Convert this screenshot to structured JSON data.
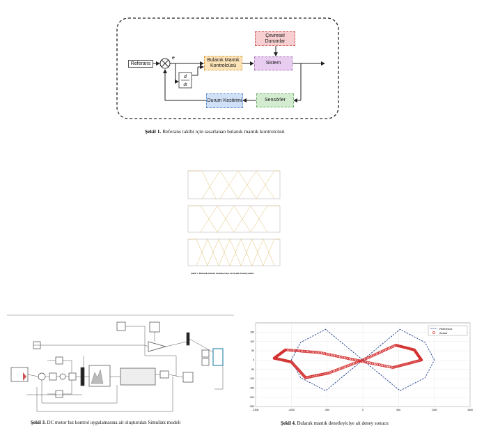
{
  "figure1": {
    "blocks": {
      "referans": "Referans",
      "cevresel": "Çevresel Durumlar",
      "bulanik": "Bulanık Mantık Kontrolcüsü",
      "sistem": "Sistem",
      "durum": "Durum Kestirimi",
      "sensorler": "Sensörler",
      "error_label": "e",
      "deriv_num": "d",
      "deriv_den": "dt"
    },
    "caption_num": "Şekil 1.",
    "caption_text": " Referans takibi için tasarlanan bulanık mantık kontrolcüsü"
  },
  "figure2": {
    "caption": "Şekil 1. Bulanık mantık denetleyiciye ait üyelik fonksiyonları"
  },
  "figure3": {
    "caption_num": "Şekil 3.",
    "caption_text": " DC motor hız kontrol uygulamasına ait oluşturulan Simulink modeli"
  },
  "figure4": {
    "caption_num": "Şekil 4.",
    "caption_text": " Bulanık mantık denetleyiciye ait deney sonucu",
    "chart_data": {
      "type": "line",
      "title": "",
      "xlabel": "",
      "ylabel": "",
      "xlim": [
        -1500,
        1500
      ],
      "ylim": [
        -250,
        200
      ],
      "x_ticks": [
        "-1500",
        "-1000",
        "-500",
        "0",
        "500",
        "1000",
        "1500"
      ],
      "y_ticks": [
        "-250",
        "-200",
        "-150",
        "-100",
        "-50",
        "0",
        "50",
        "100",
        "150"
      ],
      "grid": true,
      "legend_position": "top-right",
      "series": [
        {
          "name": "Reference",
          "style": "dashed",
          "color": "#1f3f8f",
          "x": [
            1000,
            870,
            520,
            0,
            -520,
            -870,
            -1000,
            -870,
            -520,
            0,
            520,
            870,
            1000
          ],
          "y": [
            0,
            95,
            165,
            0,
            -165,
            -95,
            0,
            95,
            165,
            0,
            -165,
            -95,
            0
          ]
        },
        {
          "name": "Actual",
          "style": "markers",
          "color": "#d43232",
          "x": [
            820,
            720,
            460,
            0,
            -480,
            -800,
            -1000,
            -1240,
            -1080,
            -600,
            -100,
            420,
            820
          ],
          "y": [
            0,
            55,
            80,
            0,
            -70,
            -95,
            -10,
            10,
            55,
            40,
            0,
            -40,
            0
          ]
        }
      ]
    }
  }
}
